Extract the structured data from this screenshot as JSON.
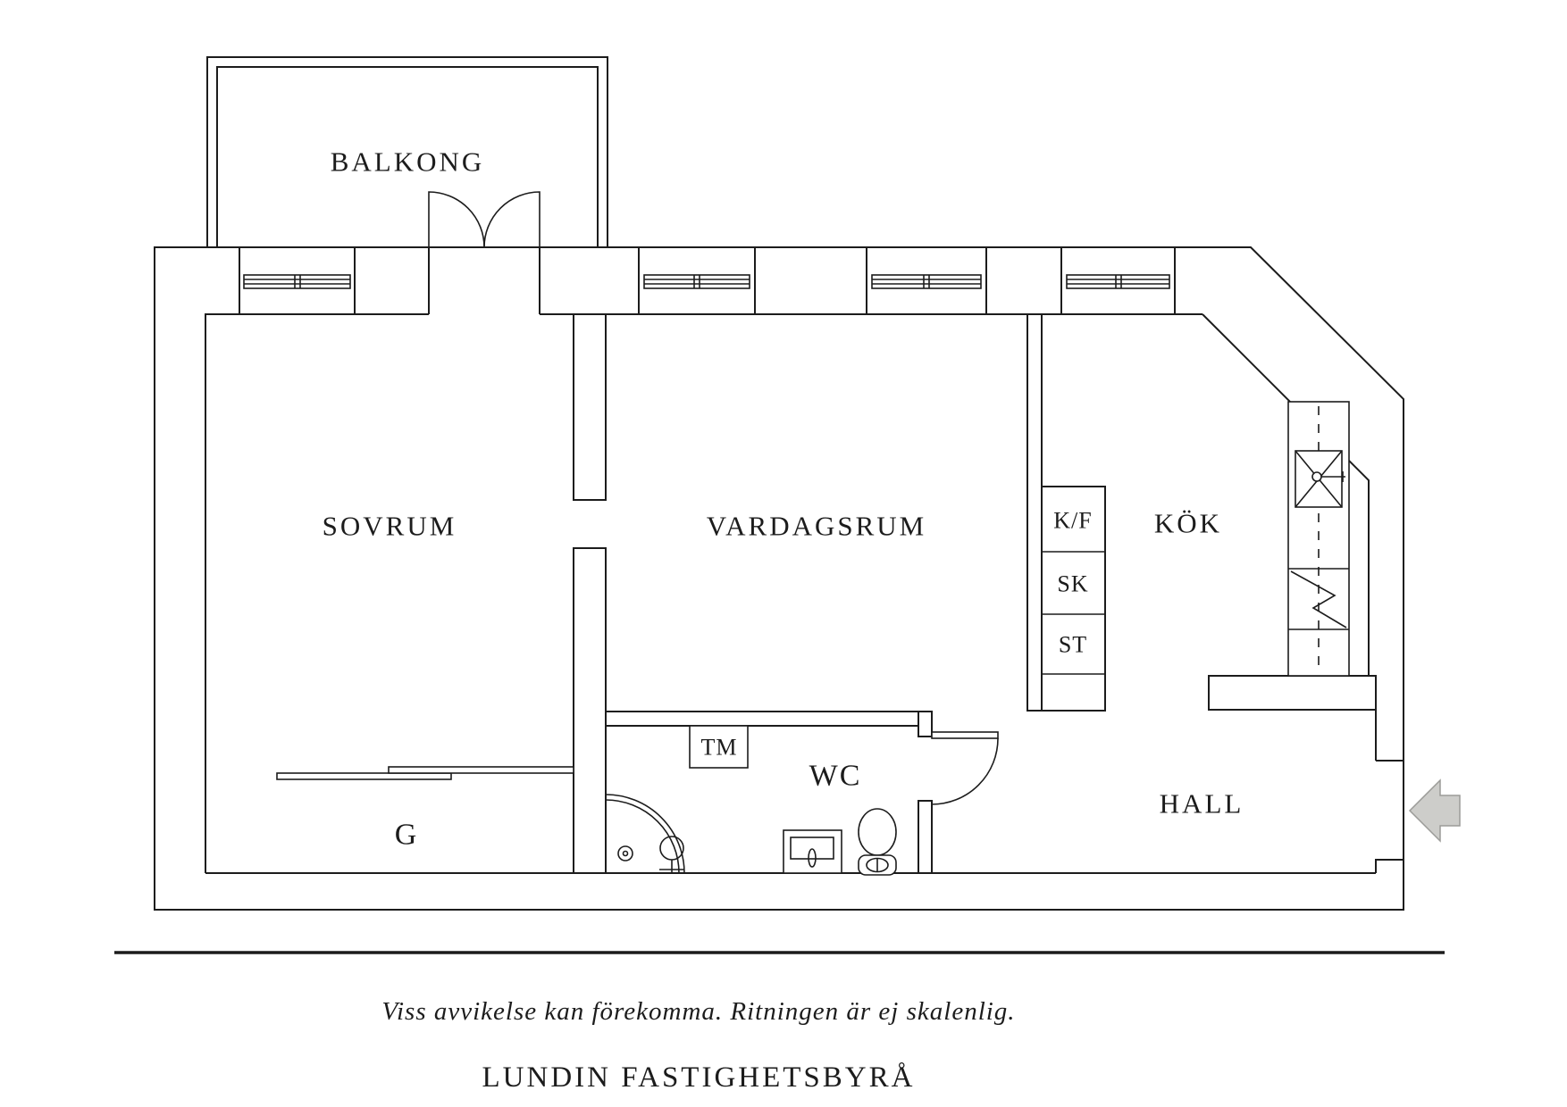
{
  "plan": {
    "rooms": {
      "balcony": "BALKONG",
      "bedroom": "SOVRUM",
      "living_room": "VARDAGSRUM",
      "kitchen": "KÖK",
      "hall": "HALL",
      "wc": "WC",
      "wardrobe": "G"
    },
    "cabinets": {
      "fridge_freezer": "K/F",
      "closet": "SK",
      "cleaning_closet": "ST",
      "washing_machine": "TM"
    },
    "colors": {
      "line": "#1c1c1c",
      "background": "#ffffff",
      "arrow_fill": "#cdcdca",
      "arrow_stroke": "#9b9b98"
    }
  },
  "footer": {
    "disclaimer": "Viss avvikelse kan förekomma. Ritningen är ej skalenlig.",
    "brand": "LUNDIN FASTIGHETSBYRÅ"
  }
}
